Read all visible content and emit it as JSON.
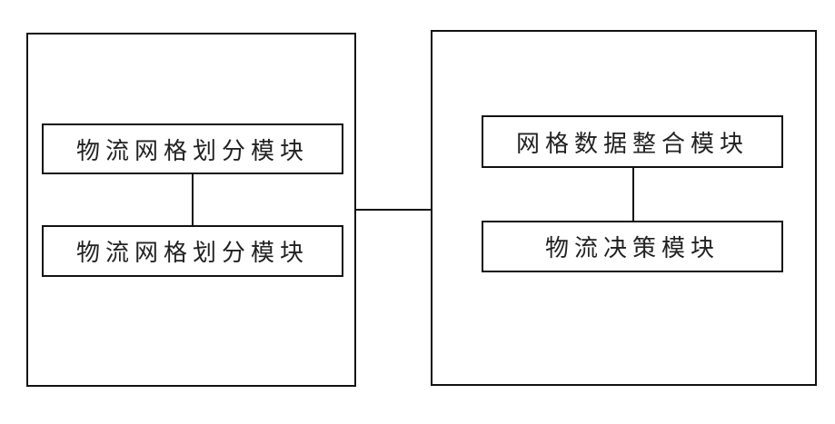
{
  "diagram": {
    "left_panel": {
      "modules": [
        {
          "label": "物流网格划分模块"
        },
        {
          "label": "物流网格划分模块"
        }
      ]
    },
    "right_panel": {
      "modules": [
        {
          "label": "网格数据整合模块"
        },
        {
          "label": "物流决策模块"
        }
      ]
    },
    "colors": {
      "line": "#111111",
      "text": "#222222",
      "background": "#ffffff"
    }
  }
}
